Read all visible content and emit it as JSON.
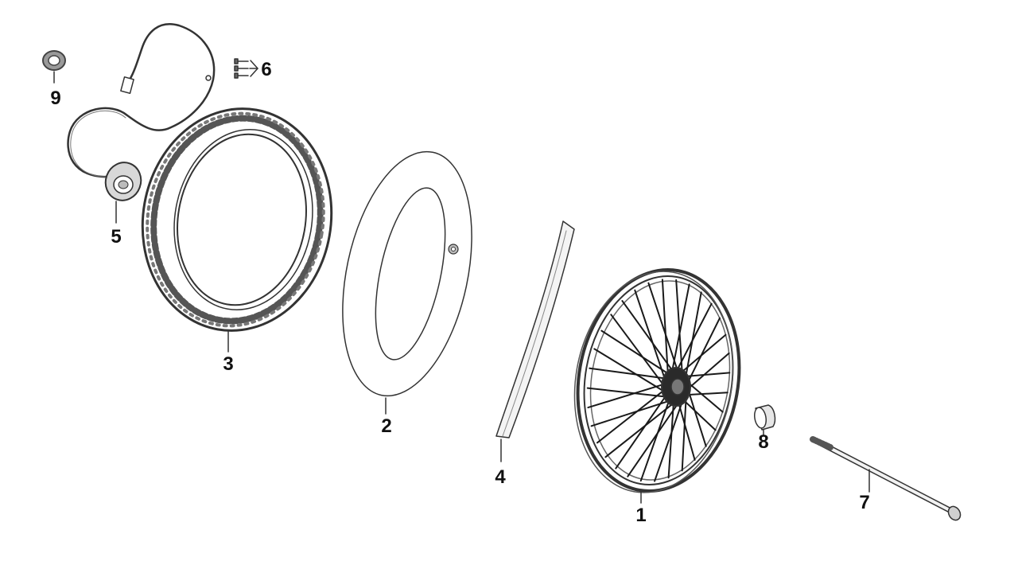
{
  "diagram": {
    "line_color": "#333333",
    "label_color": "#111111",
    "callouts": {
      "wheel": "1",
      "inner_tube": "2",
      "tire": "3",
      "rim_strip": "4",
      "speed_sensor": "5",
      "screws": "6",
      "axle": "7",
      "spacer": "8",
      "seal": "9"
    }
  }
}
